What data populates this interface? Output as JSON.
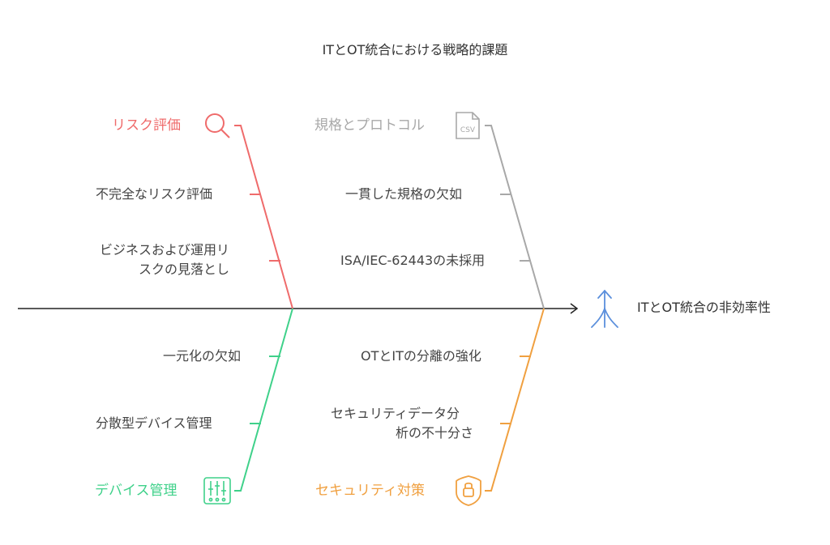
{
  "title": "ITとOT統合における戦略的課題",
  "effect": {
    "label": "ITとOT統合の非効率性",
    "icon": "arrow-up-fork-icon",
    "color": "#5b8fdc"
  },
  "categories": {
    "risk": {
      "label": "リスク評価",
      "icon": "magnifier-icon",
      "color": "#ef6b6b",
      "causes": [
        "不完全なリスク評価",
        "ビジネスおよび運用リ",
        "スクの見落とし"
      ]
    },
    "standards": {
      "label": "規格とプロトコル",
      "icon": "csv-file-icon",
      "icon_text": "CSV",
      "color": "#a8a8a8",
      "causes": [
        "一貫した規格の欠如",
        "ISA/IEC-62443の未採用"
      ]
    },
    "device": {
      "label": "デバイス管理",
      "icon": "sliders-icon",
      "color": "#3fd18a",
      "causes": [
        "一元化の欠如",
        "分散型デバイス管理"
      ]
    },
    "security": {
      "label": "セキュリティ対策",
      "icon": "lock-shield-icon",
      "color": "#f0a040",
      "causes": [
        "OTとITの分離の強化",
        "セキュリティデータ分",
        "析の不十分さ"
      ]
    }
  }
}
